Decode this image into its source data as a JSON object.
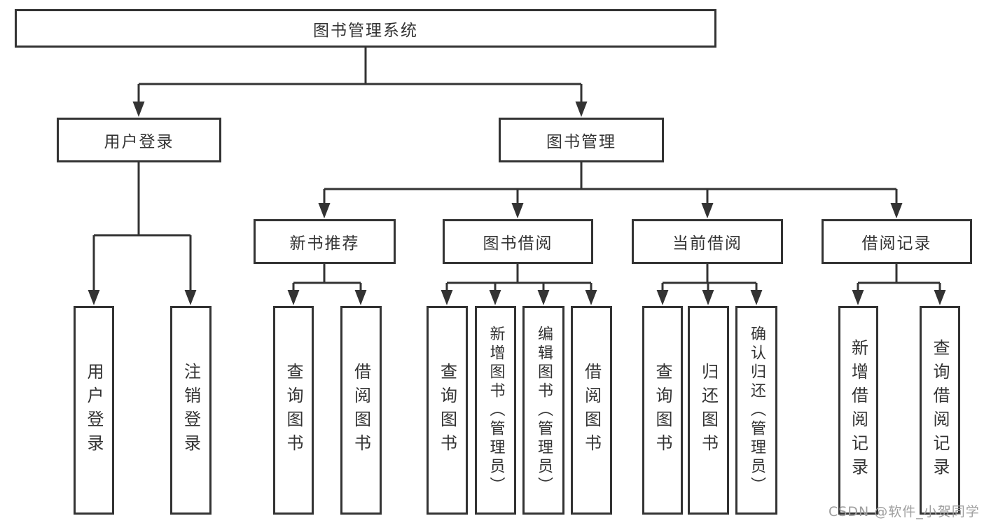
{
  "diagram": {
    "root": {
      "label": "图书管理系统"
    },
    "branches": [
      {
        "label": "用户登录",
        "children": [
          "用户登录",
          "注销登录"
        ]
      },
      {
        "label": "图书管理",
        "children": [
          {
            "label": "新书推荐",
            "children": [
              "查询图书",
              "借阅图书"
            ]
          },
          {
            "label": "图书借阅",
            "children": [
              "查询图书",
              "新增图书（管理员）",
              "编辑图书（管理员）",
              "借阅图书"
            ]
          },
          {
            "label": "当前借阅",
            "children": [
              "查询图书",
              "归还图书",
              "确认归还（管理员）"
            ]
          },
          {
            "label": "借阅记录",
            "children": [
              "新增借阅记录",
              "查询借阅记录"
            ]
          }
        ]
      }
    ]
  },
  "watermark": {
    "text": "CSDN @软件_小贺同学"
  },
  "colors": {
    "line": "#333333",
    "text": "#333333",
    "background": "#ffffff",
    "watermark": "#9e9e9e"
  }
}
